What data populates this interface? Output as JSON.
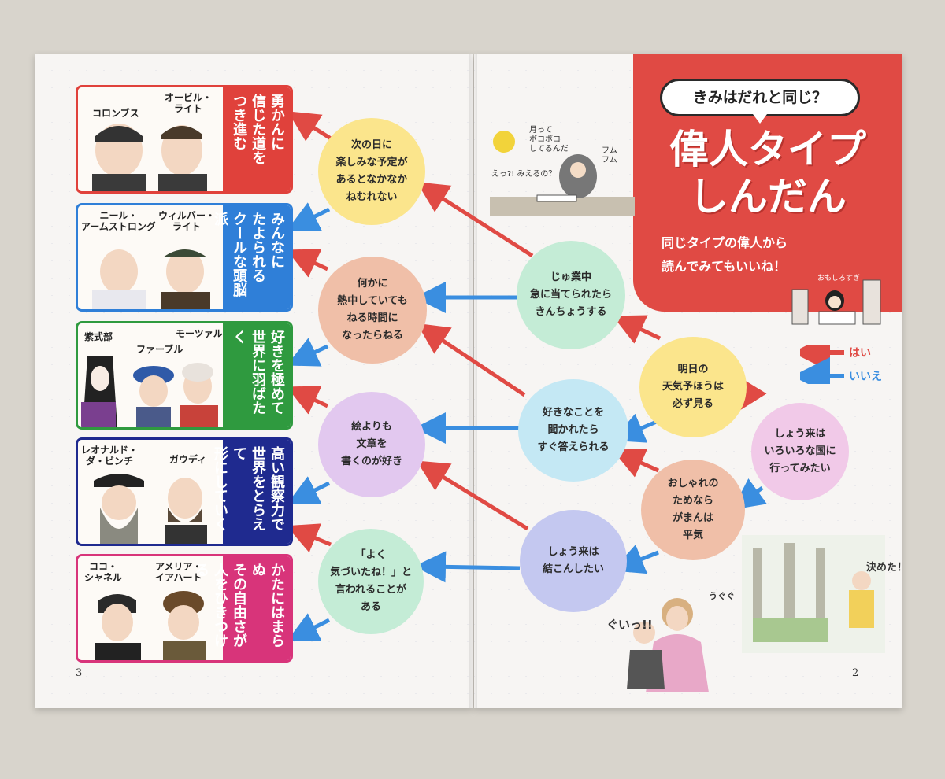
{
  "header": {
    "bubble": "きみはだれと同じ？",
    "title": "偉人タイプ\nしんだん",
    "subtitle": "同じタイプの偉人から\n読んでみてもいいね！",
    "small_note": "おもしろすぎ"
  },
  "legend": {
    "yes": "はい",
    "no": "いいえ",
    "yes_color": "#e04a44",
    "no_color": "#3a8ee0"
  },
  "comic": {
    "moon_speech": "月って\nボコボコ\nしてるんだ",
    "scribble": "フム\nフム",
    "question": "えっ?! みえるの？",
    "decided": "決めた！",
    "pull_sound": "ぐいっ!!",
    "ugu": "うぐぐ"
  },
  "questions": {
    "q1": "しょう来は\nいろいろな国に\n行ってみたい",
    "q2": "明日の\n天気予ほうは\n必ず見る",
    "q3": "おしゃれの\nためなら\nがまんは\n平気",
    "q4": "じゅ業中\n急に当てられたら\nきんちょうする",
    "q5": "好きなことを\n聞かれたら\nすぐ答えられる",
    "q6": "しょう来は\n結こんしたい",
    "q7": "次の日に\n楽しみな予定が\nあるとなかなか\nねむれない",
    "q8": "何かに\n熱中していても\nねる時間に\nなったらねる",
    "q9": "絵よりも\n文章を\n書くのが好き",
    "q10": "「よく\n気づいたね！」と\n言われることが\nある"
  },
  "results": [
    {
      "text": "勇かんに\n信じた道を\nつき進む",
      "color": "#e0413b",
      "names": [
        "コロンブス",
        "オービル・\nライト"
      ]
    },
    {
      "text": "みんなに\nたよられる\nクールな頭脳派",
      "color": "#2f7fd8",
      "names": [
        "ニール・\nアームストロング",
        "ウィルバー・\nライト"
      ]
    },
    {
      "text": "好きを極めて\n世界に羽ばたく",
      "color": "#2f9a3f",
      "names": [
        "紫式部",
        "ファーブル",
        "モーツァルト"
      ]
    },
    {
      "text": "高い観察力で\n世界をとらえて\n形にしていく",
      "color": "#1f2a8f",
      "names": [
        "レオナルド・\nダ・ビンチ",
        "ガウディ"
      ]
    },
    {
      "text": "かたにはまらぬ\nその自由さが\n人をひきつける",
      "color": "#d8347a",
      "names": [
        "ココ・\nシャネル",
        "アメリア・\nイアハート"
      ]
    }
  ],
  "page_numbers": {
    "left": "3",
    "right": "2"
  }
}
